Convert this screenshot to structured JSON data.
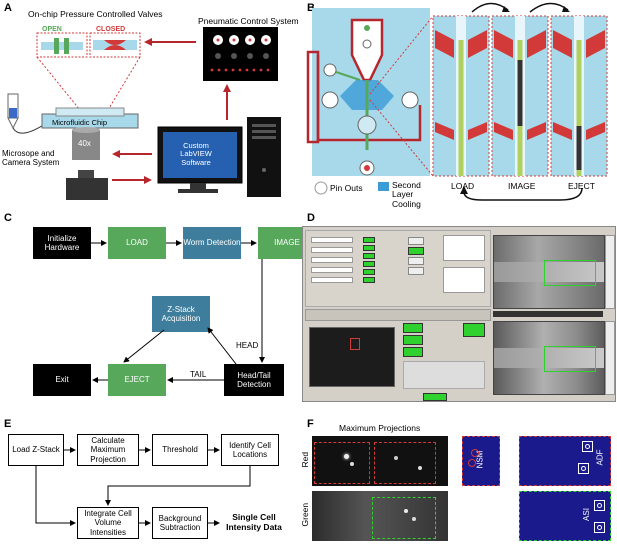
{
  "panels": {
    "a": "A",
    "b": "B",
    "c": "C",
    "d": "D",
    "e": "E",
    "f": "F"
  },
  "panel_a": {
    "valves_title": "On-chip Pressure Controlled Valves",
    "open": "OPEN",
    "closed": "CLOSED",
    "pneumatic": "Pneumatic Control System",
    "chip": "Microfluidic Chip",
    "scope": "Microsope and Camera System",
    "objective": "40x",
    "software": "Custom LabVIEW Software"
  },
  "panel_b": {
    "load": "LOAD",
    "image": "IMAGE",
    "eject": "EJECT",
    "pin_outs": "Pin Outs",
    "second_layer": "Second Layer Cooling"
  },
  "panel_c": {
    "initialize": "Initialize Hardware",
    "load": "LOAD",
    "worm": "Worm Detection",
    "image": "IMAGE",
    "zstack": "Z-Stack Acquisition",
    "exit": "Exit",
    "eject": "EJECT",
    "headtail": "Head/Tail Detection",
    "head": "HEAD",
    "tail": "TAIL"
  },
  "panel_e": {
    "load_z": "Load Z-Stack",
    "calc": "Calculate Maximum Projection",
    "threshold": "Threshold",
    "identify": "Identify Cell Locations",
    "integrate": "Integrate Cell Volume Intensities",
    "background": "Background Subtraction",
    "result": "Single Cell Intensity Data"
  },
  "panel_f": {
    "title": "Maximum Projections",
    "red": "Red",
    "green": "Green",
    "nsm": "NSM",
    "adf": "ADF",
    "asi": "ASI"
  },
  "colors": {
    "green_box": "#57a85b",
    "teal_box": "#3e7d9b",
    "arrow_red": "#b5272d",
    "chip_blue": "#a8d9ea",
    "dark_blue": "#1a1a8c"
  }
}
